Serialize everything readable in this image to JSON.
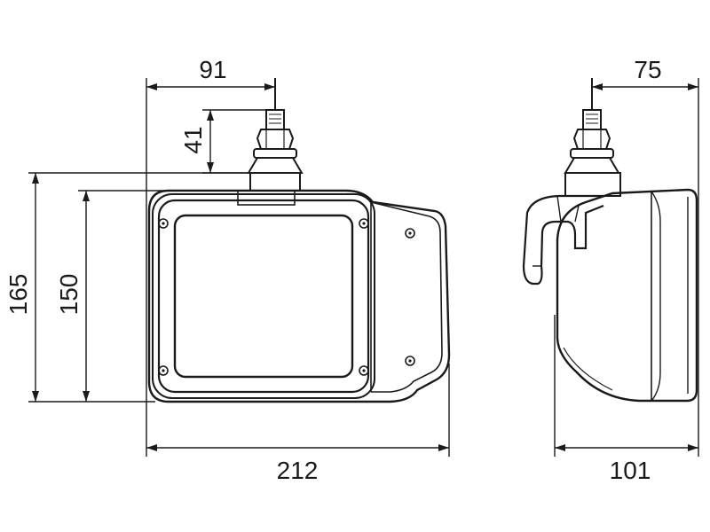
{
  "dimensions": {
    "top_left": "91",
    "top_right": "75",
    "stud": "41",
    "total_height": "165",
    "housing_height": "150",
    "front_width": "212",
    "side_depth": "101"
  },
  "colors": {
    "line": "#1a1a1a",
    "background": "#ffffff"
  }
}
